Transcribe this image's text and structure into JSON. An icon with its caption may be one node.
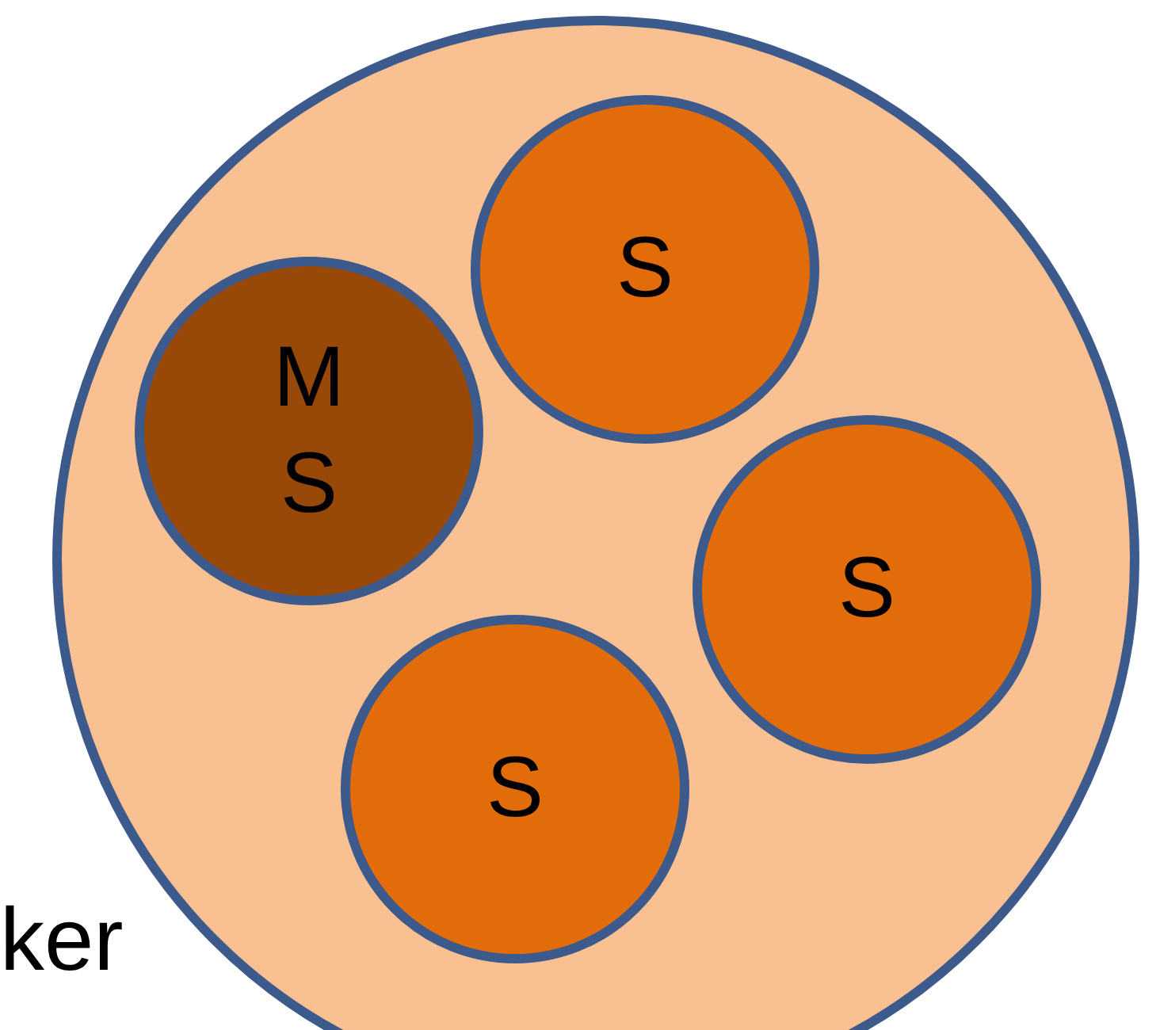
{
  "diagram": {
    "nodes": [
      {
        "text": [],
        "shape": "circle"
      },
      {
        "text": [
          "S"
        ],
        "in": 0
      },
      {
        "text": [
          "M S"
        ],
        "in": 0
      },
      {
        "text": [
          "S"
        ],
        "in": 0
      },
      {
        "text": [
          "S"
        ],
        "in": 0
      }
    ],
    "labels": [
      "ker"
    ]
  }
}
